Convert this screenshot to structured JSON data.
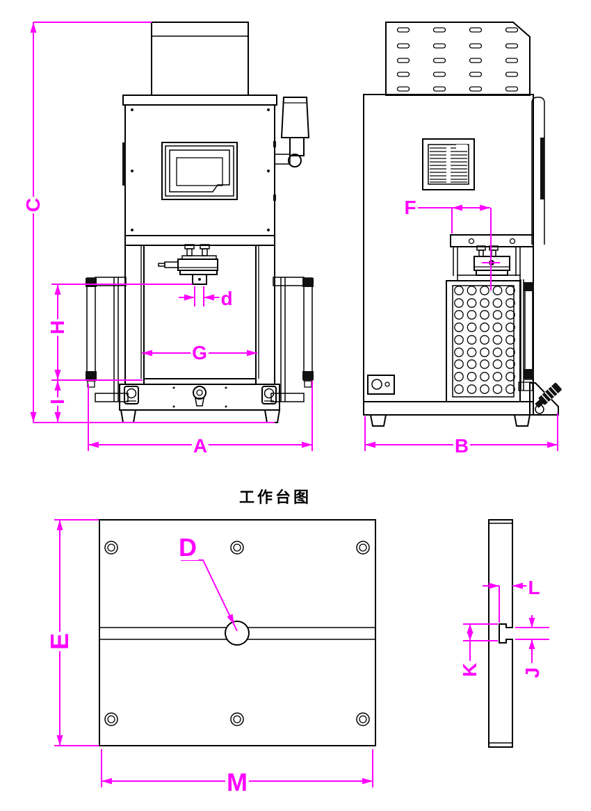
{
  "drawing_title": "工作台图",
  "dimension_labels": {
    "A": "A",
    "B": "B",
    "C": "C",
    "D": "D",
    "E": "E",
    "F": "F",
    "G": "G",
    "H": "H",
    "I": "I",
    "J": "J",
    "K": "K",
    "L": "L",
    "M": "M",
    "d": "d"
  },
  "colors": {
    "dimension": "#FF00FF",
    "linework": "#000000",
    "background": "#FFFFFF"
  }
}
